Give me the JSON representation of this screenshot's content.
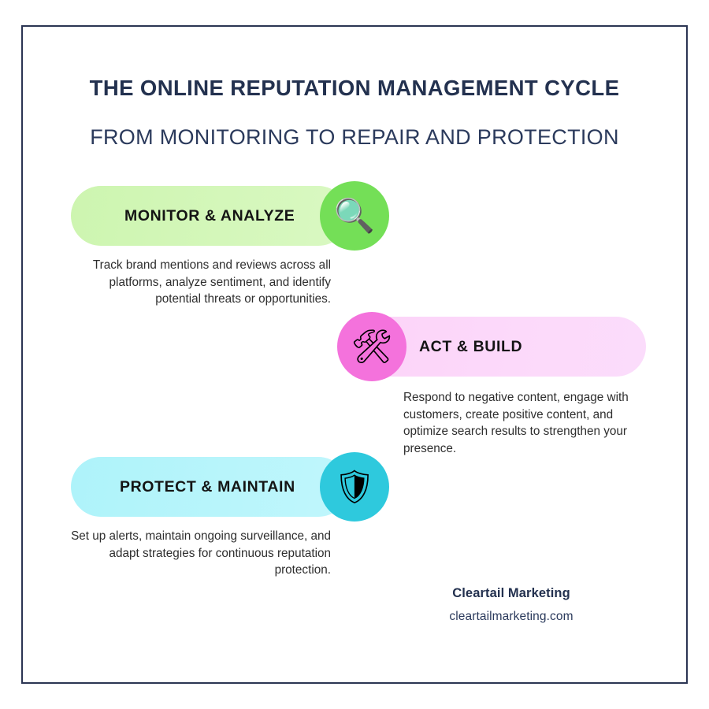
{
  "header": {
    "title": "THE ONLINE REPUTATION MANAGEMENT CYCLE",
    "subtitle": "FROM MONITORING TO REPAIR AND PROTECTION"
  },
  "steps": [
    {
      "label": "MONITOR & ANALYZE",
      "icon": "magnifying-glass-icon",
      "icon_glyph": "🔍",
      "pill_color": "#d4f7ba",
      "badge_color": "#74df57",
      "description": "Track brand mentions and reviews across all platforms, analyze sentiment, and identify potential threats or opportunities."
    },
    {
      "label": "ACT & BUILD",
      "icon": "hammer-and-wrench-icon",
      "icon_glyph": "🛠",
      "pill_color": "#fcd9fa",
      "badge_color": "#f472dc",
      "description": "Respond to negative content, engage with customers, create positive content, and optimize search results to strengthen your presence."
    },
    {
      "label": "PROTECT & MAINTAIN",
      "icon": "shield-icon",
      "icon_glyph": "🛡",
      "pill_color": "#b8f5fb",
      "badge_color": "#2ec9dd",
      "description": "Set up alerts, maintain ongoing surveillance, and adapt strategies for continuous reputation protection."
    }
  ],
  "footer": {
    "brand": "Cleartail Marketing",
    "url": "cleartailmarketing.com"
  },
  "colors": {
    "heading": "#23314f",
    "body_text": "#2e2e2e",
    "frame_border": "#2b3553",
    "background": "#ffffff"
  }
}
